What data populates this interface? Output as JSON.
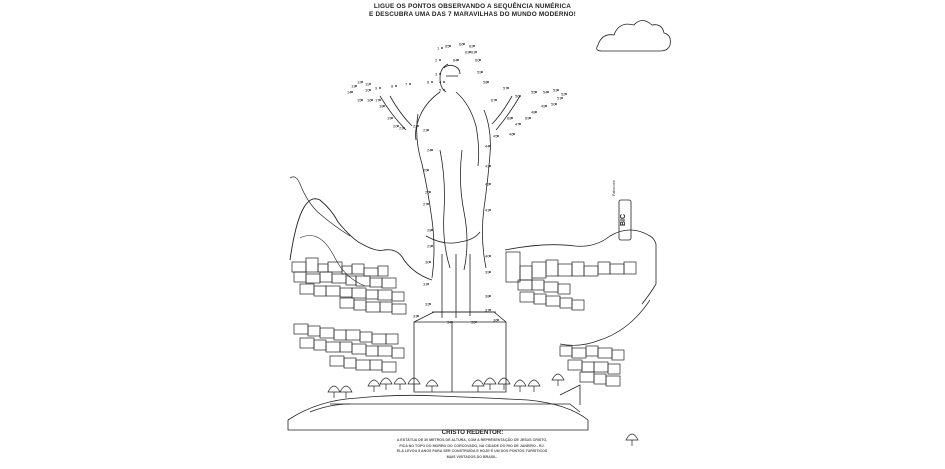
{
  "header": {
    "line1": "LIGUE OS PONTOS OBSERVANDO A SEQUÊNCIA NUMÉRICA",
    "line2": "E DESCUBRA UMA DAS 7 MARAVILHAS DO MUNDO MODERNO!"
  },
  "caption": {
    "title": "CRISTO REDENTOR:",
    "lines": [
      "A ESTÁTUA DE 30 METROS DE ALTURA, COM A REPRESENTAÇÃO DE JESUS CRISTO,",
      "FICA NO TOPO DO MORRO DO CORCOVADO, NA CIDADE DO RIO DE JANEIRO - RJ.",
      "ELA LEVOU 5 ANOS PARA SER CONSTRUÍDA E HOJE É UM DOS PONTOS TURÍSTICOS",
      "MAIS VISITADOS DO BRASIL."
    ]
  },
  "brand": {
    "logo": "BIC",
    "tagline": "Patrocínio"
  },
  "dots": [
    {
      "n": "1"
    },
    {
      "n": "2"
    },
    {
      "n": "3"
    },
    {
      "n": "4"
    },
    {
      "n": "5"
    },
    {
      "n": "6"
    },
    {
      "n": "7"
    },
    {
      "n": "8"
    },
    {
      "n": "9"
    },
    {
      "n": "10"
    },
    {
      "n": "11"
    },
    {
      "n": "12"
    },
    {
      "n": "13"
    },
    {
      "n": "14"
    },
    {
      "n": "15"
    },
    {
      "n": "16"
    },
    {
      "n": "17"
    },
    {
      "n": "18"
    },
    {
      "n": "19"
    },
    {
      "n": "20"
    },
    {
      "n": "21"
    },
    {
      "n": "22"
    },
    {
      "n": "23"
    },
    {
      "n": "24"
    },
    {
      "n": "25"
    },
    {
      "n": "26"
    },
    {
      "n": "27"
    },
    {
      "n": "28"
    },
    {
      "n": "29"
    },
    {
      "n": "30"
    },
    {
      "n": "31"
    },
    {
      "n": "32"
    },
    {
      "n": "33"
    },
    {
      "n": "34"
    },
    {
      "n": "35"
    },
    {
      "n": "36"
    },
    {
      "n": "37"
    },
    {
      "n": "38"
    },
    {
      "n": "39"
    },
    {
      "n": "40"
    },
    {
      "n": "41"
    },
    {
      "n": "42"
    },
    {
      "n": "43"
    },
    {
      "n": "44"
    },
    {
      "n": "45"
    },
    {
      "n": "46"
    },
    {
      "n": "47"
    },
    {
      "n": "48"
    },
    {
      "n": "49"
    },
    {
      "n": "50"
    },
    {
      "n": "51"
    },
    {
      "n": "52"
    },
    {
      "n": "53"
    },
    {
      "n": "54"
    },
    {
      "n": "55"
    },
    {
      "n": "56"
    },
    {
      "n": "57"
    },
    {
      "n": "58"
    },
    {
      "n": "59"
    },
    {
      "n": "60"
    },
    {
      "n": "61"
    },
    {
      "n": "62"
    },
    {
      "n": "63"
    },
    {
      "n": "64"
    },
    {
      "n": "65"
    },
    {
      "n": "66"
    },
    {
      "n": "67"
    },
    {
      "n": "68"
    },
    {
      "n": "69"
    }
  ],
  "colors": {
    "ink": "#222222",
    "paper": "#ffffff"
  }
}
